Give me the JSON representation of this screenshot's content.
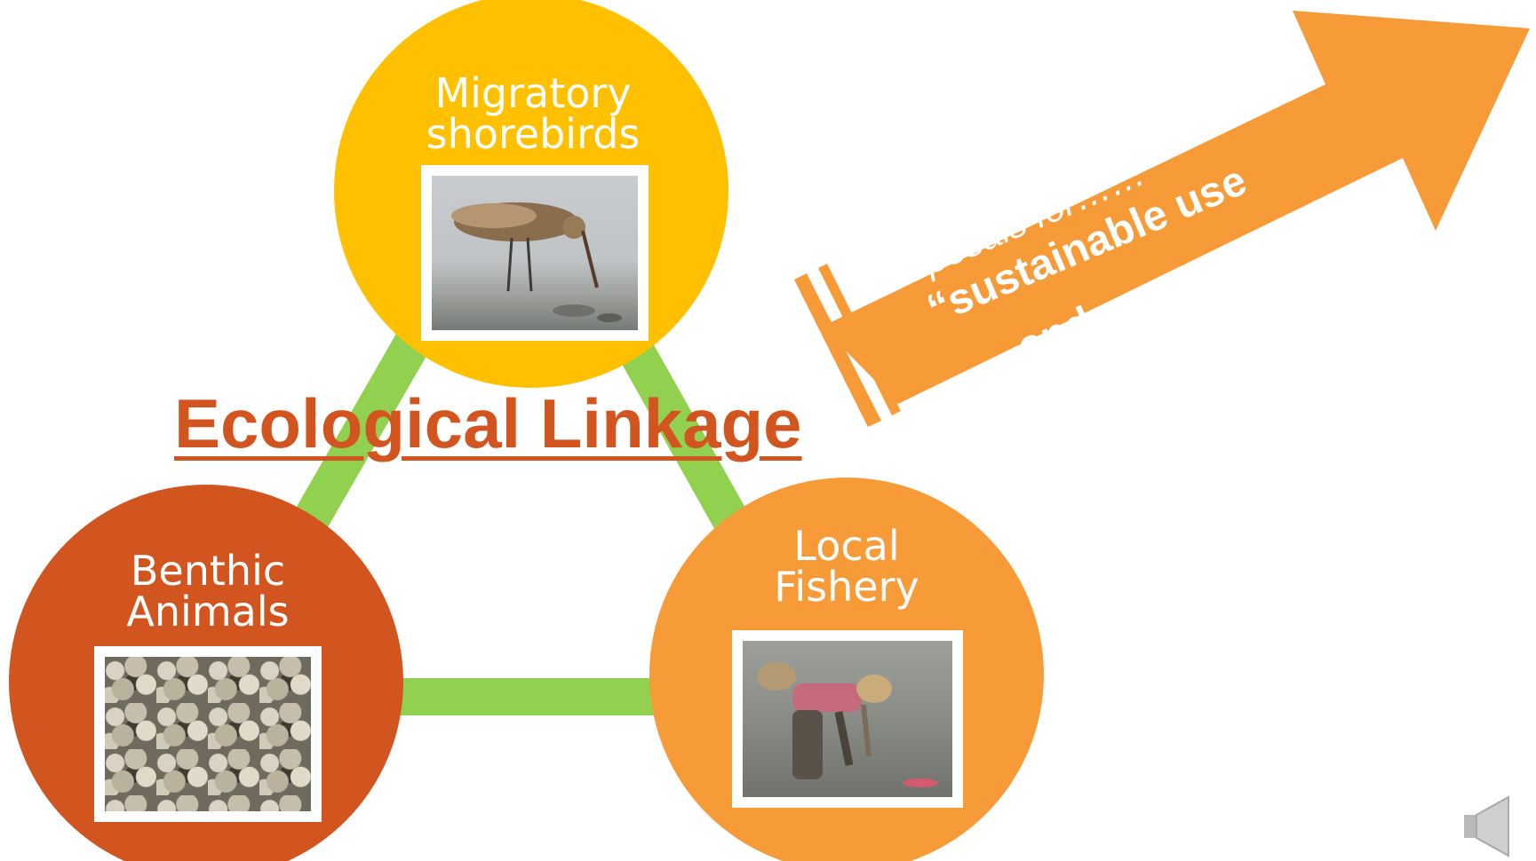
{
  "title": "Ecological Linkage",
  "nodes": {
    "top": {
      "line1": "Migratory",
      "line2": "shorebirds",
      "photo": "shorebird-photo"
    },
    "left": {
      "line1": "Benthic",
      "line2": "Animals",
      "photo": "clams-photo"
    },
    "right": {
      "line1": "Local",
      "line2": "Fishery",
      "photo": "fisher-photo"
    }
  },
  "arrow": {
    "line1": "Proposals for……",
    "line2": "“sustainable use",
    "line3": "and conservation”"
  },
  "colors": {
    "top_circle": "#ffc000",
    "left_circle": "#d2541f",
    "right_circle": "#f79a38",
    "links": "#92d050",
    "arrow": "#f79a38",
    "title": "#d2541f"
  },
  "icons": {
    "audio": "speaker-icon"
  }
}
